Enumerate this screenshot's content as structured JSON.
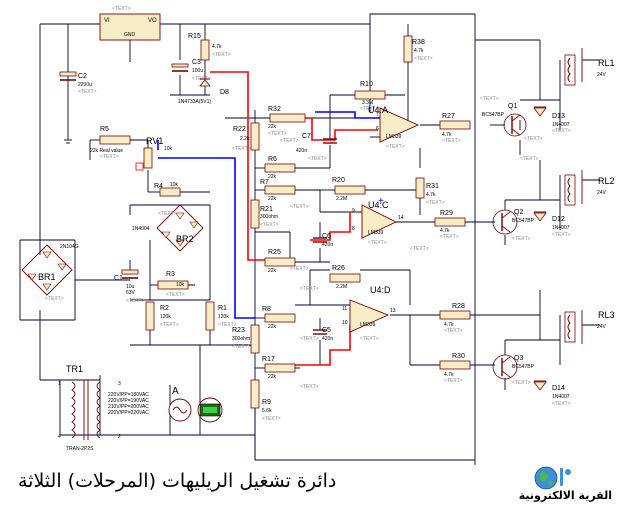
{
  "caption": "دائرة تشغيل الريليهات (المرحلات) الثلاثة",
  "logo_text": "القرية الالكترونية",
  "placeholder": "<TEXT>",
  "colors": {
    "wire": "#00003c",
    "red": "#ff0000",
    "blue": "#0000ff",
    "body": "#f7eec8",
    "component": "#7a0000"
  },
  "labels": {
    "u1_vi": "VI",
    "u1_vo": "VO",
    "u1_gnd": "GND",
    "r15": "R15",
    "r15v": "4.7k",
    "c3": "C3",
    "c3v": "100u",
    "d8": "D8",
    "d8v": "1N4733A(5V1)",
    "c2": "C2",
    "c2v": "2200u",
    "r38": "R38",
    "r38v": "4.7k",
    "r10": "R10",
    "r10v": "3.3M",
    "r32": "R32",
    "r32v": "22k",
    "r22": "R22",
    "r22v": "2.2k",
    "c7": "C7",
    "c7v": "420n",
    "u4a": "U4:A",
    "lm": "LM339",
    "r27": "R27",
    "r27v": "4.7k",
    "q1": "Q1",
    "q1v": "BC547BP",
    "d13": "D13",
    "d13v": "1N4007",
    "rl1": "RL1",
    "rl1v": "24V",
    "r5": "R5",
    "r5v": "22k Real value",
    "rv1": "RV1",
    "rv1v": "10k",
    "r6": "R6",
    "r6v": "22k",
    "r7": "R7",
    "r7v": "22k",
    "r20": "R20",
    "r20v": "2.2M",
    "r31": "R31",
    "r31v": "4.7k",
    "rl2": "RL2",
    "rl2v": "24V",
    "r4": "R4",
    "r4v": "10k",
    "d1n": "1N4004",
    "br2": "BR2",
    "r21": "R21",
    "r21v": "300ohm",
    "u4c": "U4:C",
    "r29": "R29",
    "r29v": "4.7k",
    "q2": "Q2",
    "q2v": "BC547BP",
    "d12": "D12",
    "d12v": "1N4007",
    "br1": "BR1",
    "br1v": "2N104G",
    "c6": "C6",
    "c6v": "420n",
    "r25": "R25",
    "r25v": "22k",
    "r26": "R26",
    "r26v": "2.2M",
    "c1": "C1",
    "c1v": "10u",
    "c1v2": "63V",
    "r3": "R3",
    "r3v": "10k",
    "u4d": "U4:D",
    "r2": "R2",
    "r2v": "120k",
    "r1": "R1",
    "r1v": "120k",
    "r8": "R8",
    "r8v": "22k",
    "r28": "R28",
    "r28v": "4.7k",
    "rl3": "RL3",
    "rl3v": "24V",
    "c5": "C5",
    "c5v": "420n",
    "r23": "R23",
    "r23v": "300ohm",
    "r17": "R17",
    "r17v": "22k",
    "r30": "R30",
    "r30v": "4.7k",
    "q3": "Q3",
    "q3v": "BC547BP",
    "tr1": "TR1",
    "tr1v": "TRAN-2P2S",
    "tr_l1": "220V/PP=180VAC",
    "tr_l2": "220V/PP=190VAC",
    "tr_l3": "210V/PP=200VAC",
    "tr_l4": "220V/PP=220VAC",
    "ammeter": "A",
    "r9": "R9",
    "r9v": "5.6k",
    "d14": "D14",
    "d14v": "1N4007",
    "p1": "1",
    "p2": "2",
    "p3": "3",
    "p4": "4",
    "p13": "13",
    "p14": "14",
    "p11": "11",
    "p10": "10",
    "p9": "9",
    "p8": "8",
    "p7": "7",
    "p6": "6"
  }
}
